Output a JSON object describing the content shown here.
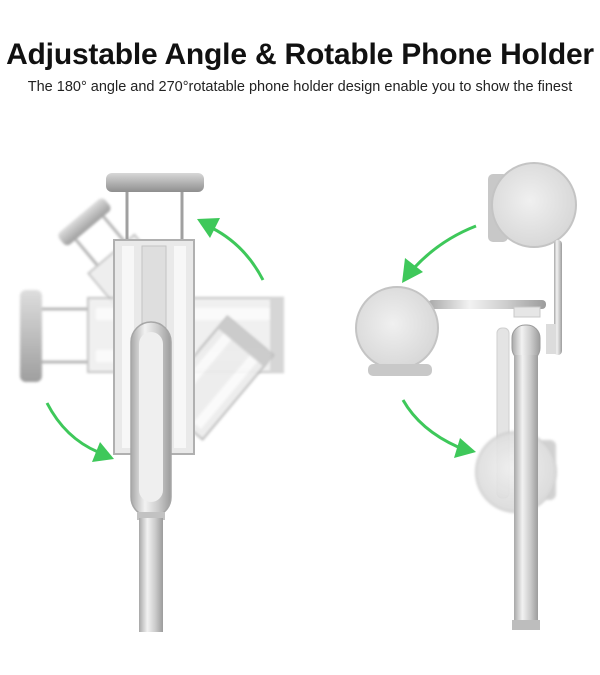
{
  "header": {
    "title": "Adjustable Angle & Rotable Phone Holder",
    "subtitle": "The 180° angle and 270°rotatable phone holder design enable you to show the finest"
  },
  "colors": {
    "arrow": "#3ec85a",
    "metal": "#cfcfcf",
    "metal_dark": "#9a9a9a",
    "pad": "#e6e6e6"
  },
  "illustrations": {
    "left": {
      "label": "180-degree-angle-clamp"
    },
    "right": {
      "label": "270-degree-rotation-holder"
    }
  }
}
